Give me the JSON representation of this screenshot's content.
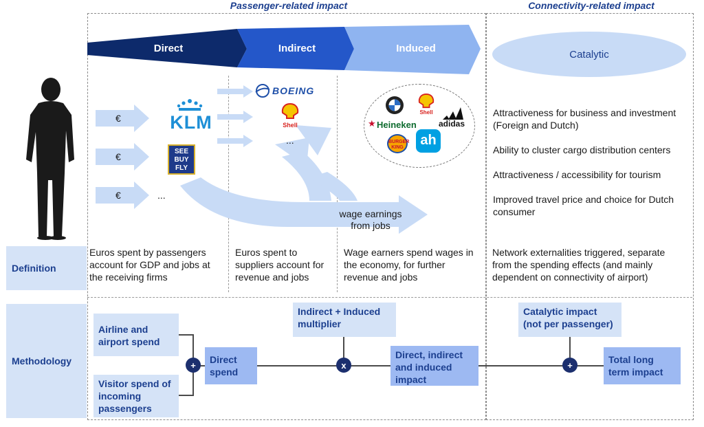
{
  "headers": {
    "passenger": "Passenger-related impact",
    "connectivity": "Connectivity-related impact"
  },
  "stages": {
    "direct": "Direct",
    "indirect": "Indirect",
    "induced": "Induced",
    "catalytic": "Catalytic"
  },
  "flow": {
    "euro_symbol": "€",
    "ellipsis": "...",
    "wage_label_1": "wage earnings",
    "wage_label_2": "from jobs"
  },
  "logos": {
    "klm": "KLM",
    "see_buy_fly": [
      "SEE",
      "BUY",
      "FLY"
    ],
    "boeing": "BOEING",
    "shell": "Shell",
    "heineken": "Heineken",
    "adidas": "adidas",
    "burger_king": [
      "BURGER",
      "KING"
    ],
    "ah": "ah"
  },
  "catalytic_items": [
    "Attractiveness for business and investment (Foreign and Dutch)",
    "Ability to cluster cargo distribution centers",
    "Attractiveness / accessibility for tourism",
    "Improved travel price and choice for Dutch consumer"
  ],
  "rows": {
    "definition": "Definition",
    "methodology": "Methodology"
  },
  "definitions": {
    "direct": "Euros spent by passengers account for GDP and jobs at the receiving firms",
    "indirect": "Euros spent to suppliers account for revenue and jobs",
    "induced": "Wage earners spend wages in the economy, for further revenue and jobs",
    "catalytic": "Network externalities triggered, separate from the spending effects (and mainly dependent on connectivity of airport)"
  },
  "methodology": {
    "airline_spend": "Airline and airport spend",
    "visitor_spend": "Visitor spend of incoming passengers",
    "direct_spend": "Direct spend",
    "multiplier": "Indirect + Induced multiplier",
    "total_impact": "Direct, indirect and induced impact",
    "catalytic_impact": "Catalytic impact (not per passenger)",
    "long_term": "Total long term impact",
    "op_plus": "+",
    "op_times": "x"
  },
  "colors": {
    "dark_navy": "#0d2a6b",
    "mid_blue": "#2457c9",
    "light_blue": "#8fb4f0",
    "pale_blue": "#d5e3f7"
  }
}
